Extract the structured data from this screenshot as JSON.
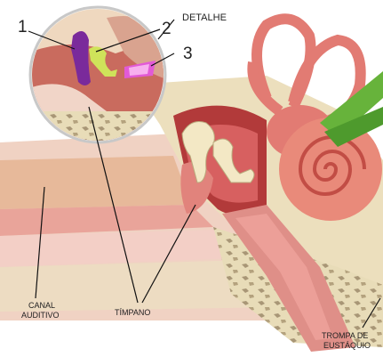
{
  "diagram": {
    "labels": {
      "detail_marker_1": "1",
      "detail_marker_2": "2",
      "detail_marker_3": "3",
      "detail": "DETALHE",
      "canal_line1": "CANAL",
      "canal_line2": "AUDITIVO",
      "tympanum": "TÍMPANO",
      "tube_line1": "TROMPA DE",
      "tube_line2": "EUSTÁQUIO"
    },
    "colors": {
      "cochlea": "#e98a7a",
      "canals": "#e27b73",
      "bone": "#ece0bf",
      "mucosa": "#e8a6a0",
      "canal_inner": "#e7b99a",
      "nerve": "#67b33b",
      "malleus": "#7a2a9b",
      "incus": "#cfe35a",
      "stapes": "#e25ad6"
    }
  }
}
